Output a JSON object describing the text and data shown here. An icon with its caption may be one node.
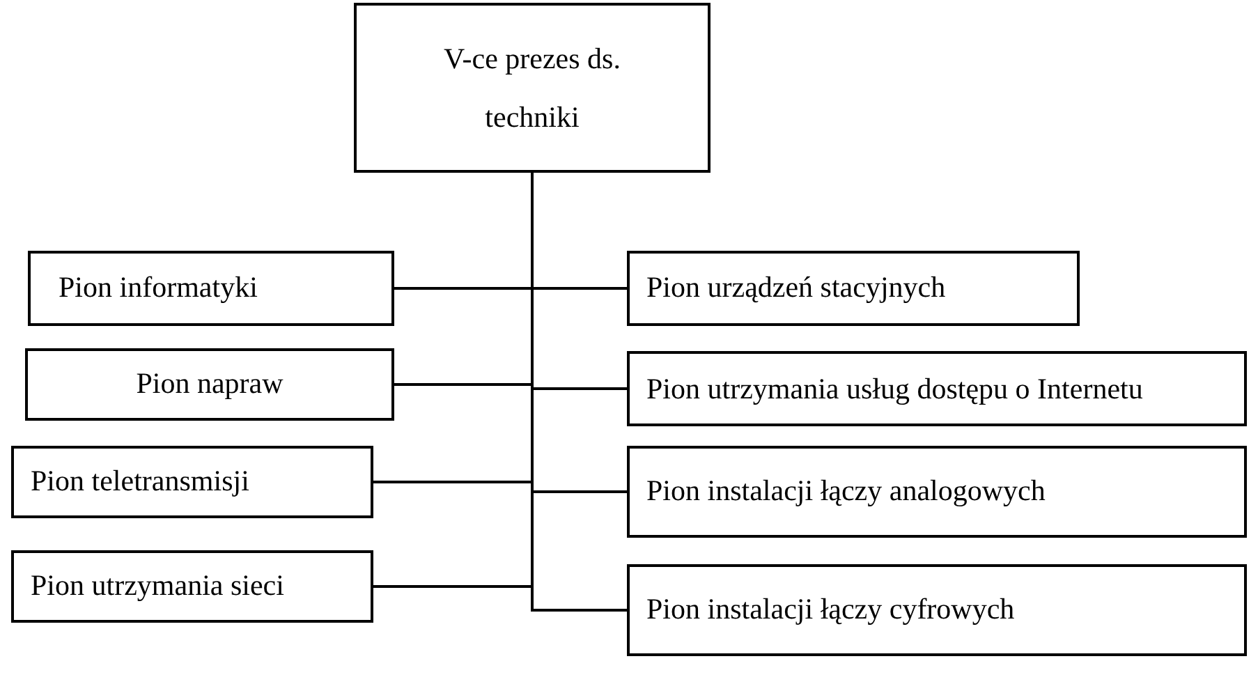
{
  "diagram": {
    "nodes": [
      {
        "text": [
          "V-ce prezes ds. techniki"
        ]
      },
      {
        "text": [
          "Pion informatyki"
        ]
      },
      {
        "text": [
          "Pion urządzeń stacyjnych"
        ]
      },
      {
        "text": [
          "Pion napraw"
        ]
      },
      {
        "text": [
          "Pion utrzymania usług dostępu o Internetu"
        ]
      },
      {
        "text": [
          "Pion teletransmisji"
        ]
      },
      {
        "text": [
          "Pion instalacji łączy analogowych"
        ]
      },
      {
        "text": [
          "Pion utrzymania sieci"
        ]
      },
      {
        "text": [
          "Pion instalacji łączy cyfrowych"
        ]
      }
    ],
    "edges": [
      {
        "from": 0,
        "to": 1,
        "arrow": "none"
      },
      {
        "from": 0,
        "to": 2,
        "arrow": "none"
      },
      {
        "from": 0,
        "to": 3,
        "arrow": "none"
      },
      {
        "from": 0,
        "to": 4,
        "arrow": "none"
      },
      {
        "from": 0,
        "to": 5,
        "arrow": "none"
      },
      {
        "from": 0,
        "to": 6,
        "arrow": "none"
      },
      {
        "from": 0,
        "to": 7,
        "arrow": "none"
      },
      {
        "from": 0,
        "to": 8,
        "arrow": "none"
      }
    ]
  }
}
